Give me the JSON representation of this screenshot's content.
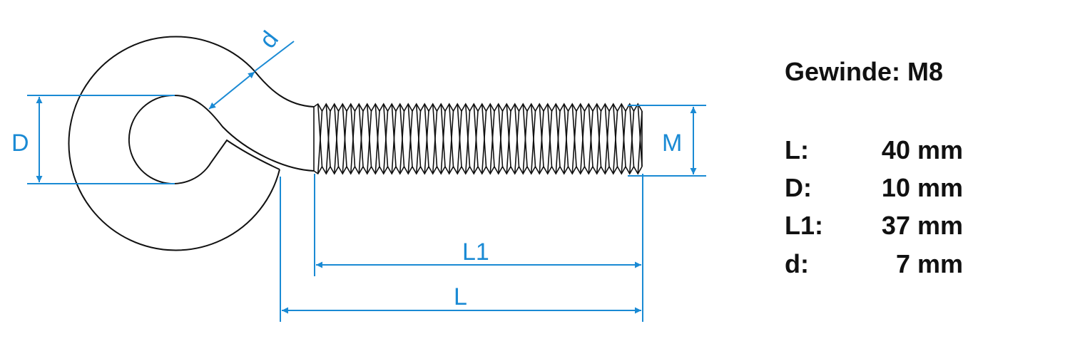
{
  "colors": {
    "dimension": "#1a8ad4",
    "outline": "#111111"
  },
  "drawing": {
    "labels": {
      "D": "D",
      "d": "d",
      "M": "M",
      "L1": "L1",
      "L": "L"
    },
    "thread_pitch_count": 40
  },
  "specs": {
    "thread": "Gewinde: M8",
    "rows": [
      {
        "label": "L:",
        "value": "40 mm"
      },
      {
        "label": "D:",
        "value": "10 mm"
      },
      {
        "label": "L1:",
        "value": "37 mm"
      },
      {
        "label": "d:",
        "value": "7 mm"
      }
    ]
  }
}
